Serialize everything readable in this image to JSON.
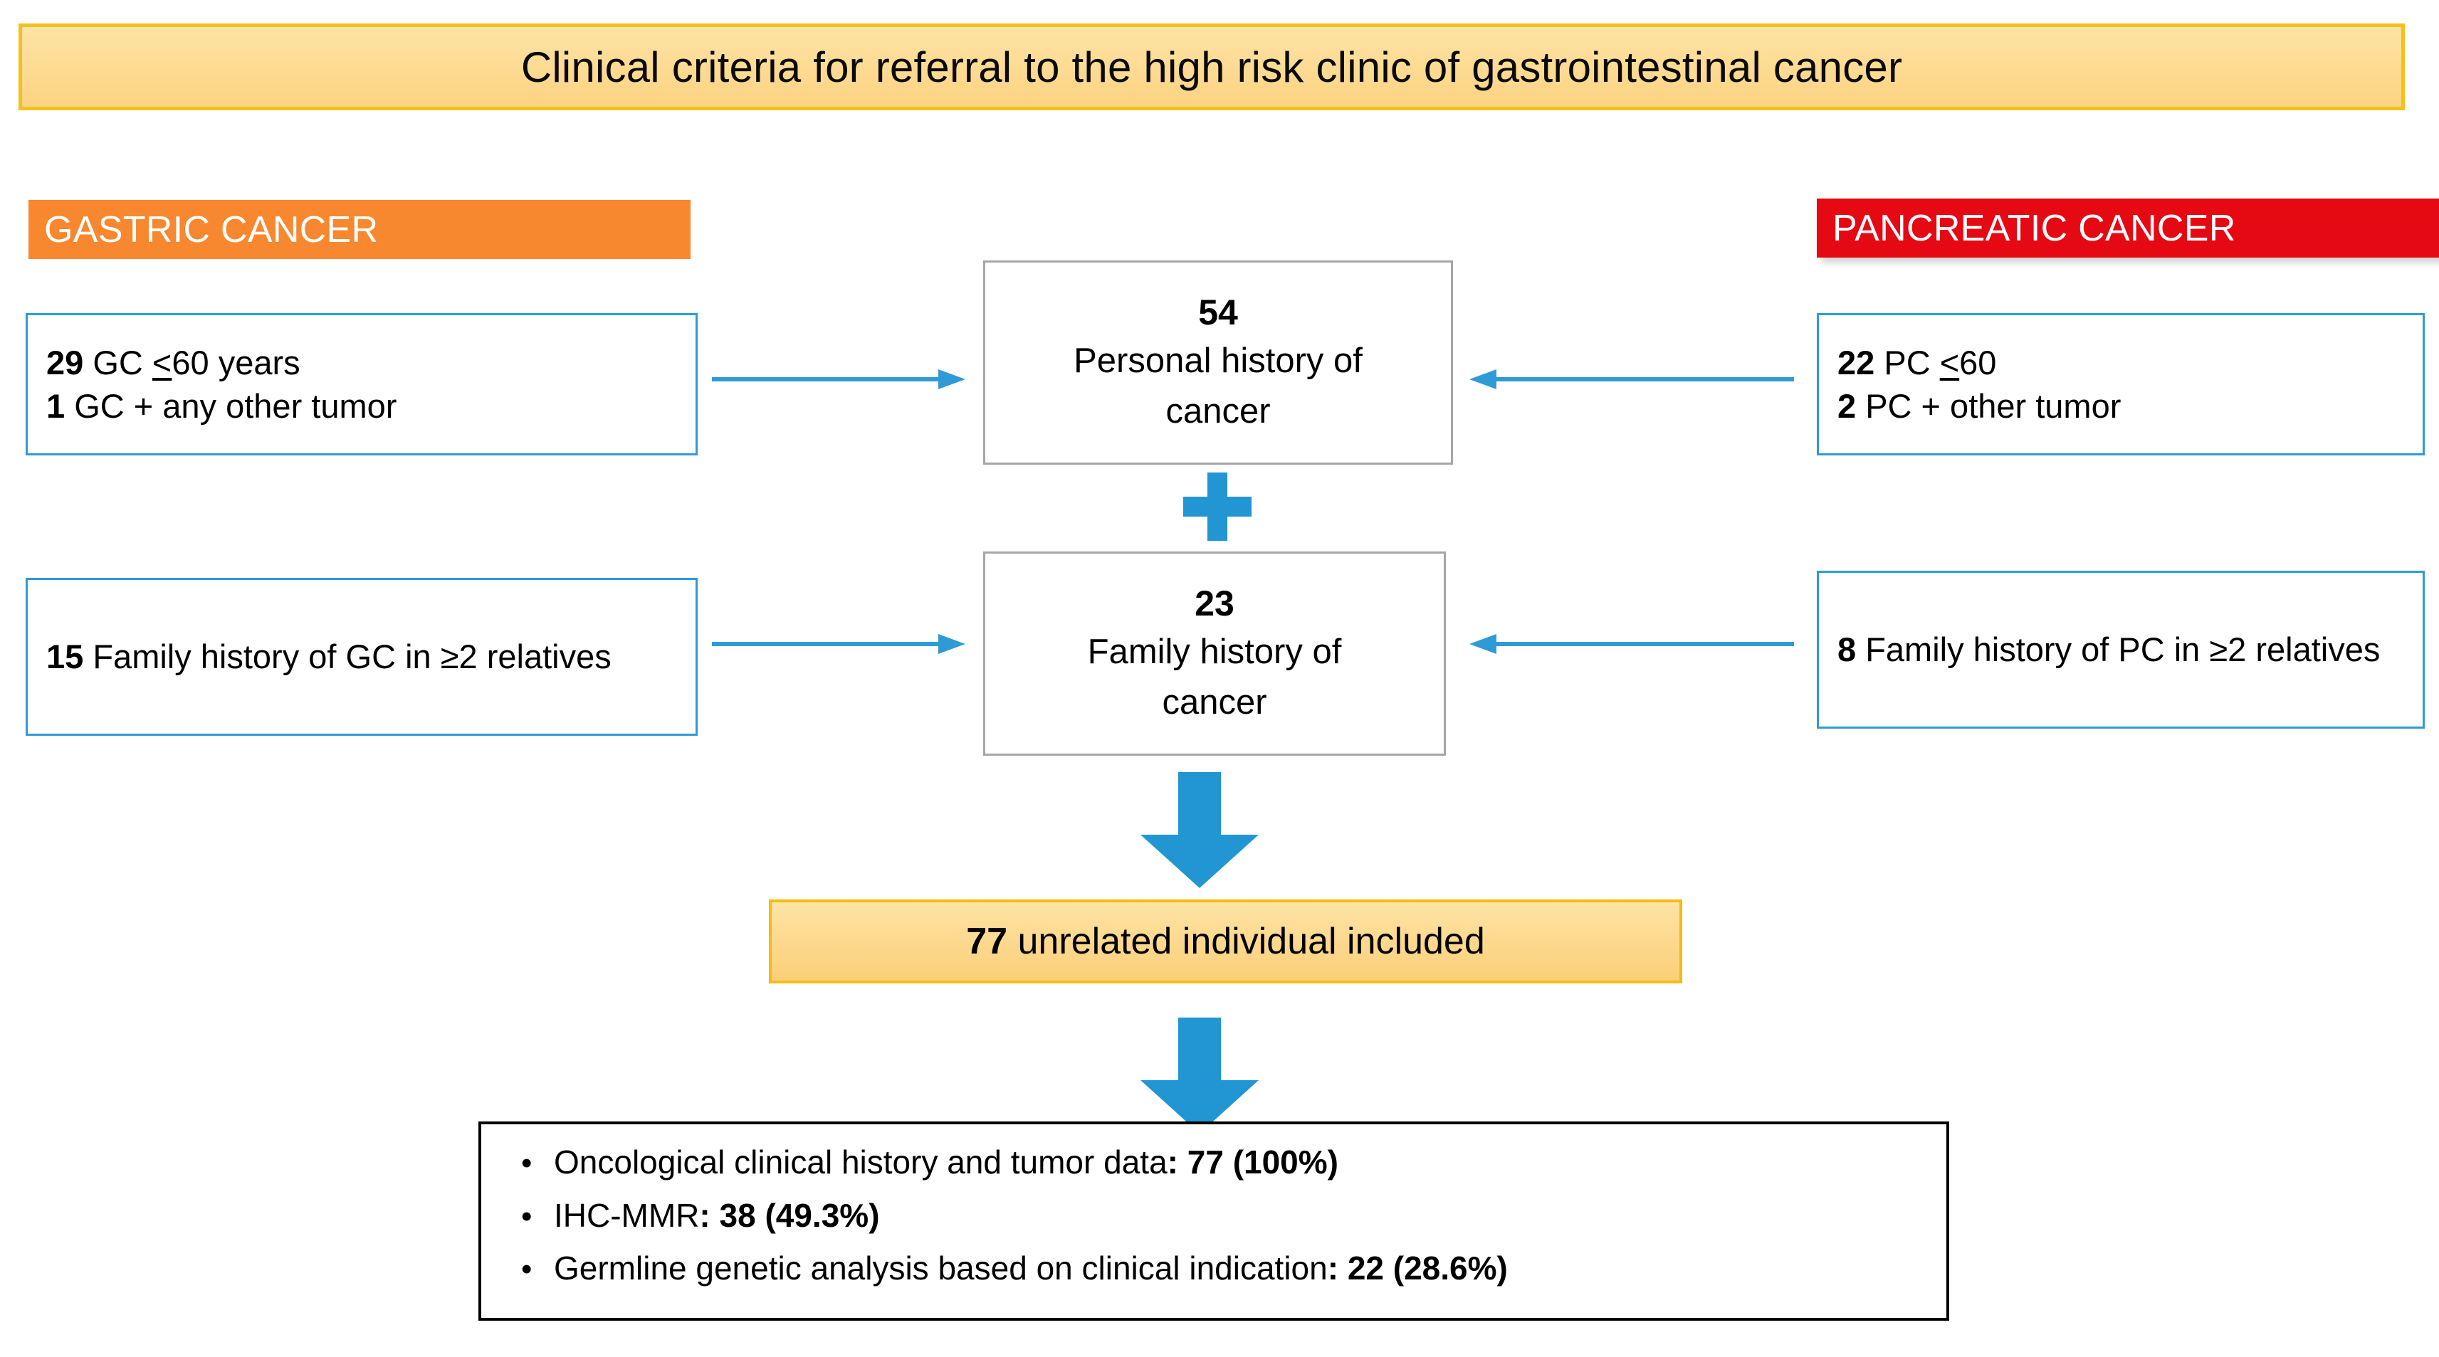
{
  "title": {
    "text": "Clinical criteria for referral to the high risk clinic of gastrointestinal cancer"
  },
  "colors": {
    "title_fill": "#FDD98C",
    "title_border": "#F5C01B",
    "gastric_chip": "#F7882F",
    "pancreatic_chip": "#E50914",
    "criteria_border": "#2E9BD6",
    "center_border": "#A6A6A6",
    "arrow_blue": "#2E9BD6",
    "down_arrow_blue": "#2196D3",
    "summary_fill": "#FCD382",
    "summary_border": "#F5BC12",
    "results_border": "#000000"
  },
  "left_column": {
    "chip_label": "GASTRIC CANCER",
    "personal_box": {
      "lines": [
        {
          "count": "29",
          "rest_pre": " GC ",
          "op": "<",
          "rest_post": "60 years"
        },
        {
          "count": "1",
          "rest_pre": "  GC + any other tumor",
          "op": "",
          "rest_post": ""
        }
      ]
    },
    "family_box": {
      "count": "15",
      "text": " Family history of GC in ≥2 relatives"
    }
  },
  "right_column": {
    "chip_label": "PANCREATIC CANCER",
    "personal_box": {
      "lines": [
        {
          "count": "22",
          "rest_pre": " PC ",
          "op": "<",
          "rest_post": "60"
        },
        {
          "count": "2",
          "rest_pre": " PC + other tumor",
          "op": "",
          "rest_post": ""
        }
      ]
    },
    "family_box": {
      "count": "8",
      "text": " Family history of PC in ≥2 relatives"
    }
  },
  "center": {
    "personal_history": {
      "number": "54",
      "label_line1": "Personal history of",
      "label_line2": "cancer"
    },
    "plus_symbol": "+",
    "family_history": {
      "number": "23",
      "label_line1": "Family history of",
      "label_line2": "cancer"
    }
  },
  "summary": {
    "count": "77",
    "text": " unrelated individual included"
  },
  "results": {
    "bullet_marker": "•",
    "items": [
      {
        "label": "Oncological clinical history and tumor data",
        "value": ": 77 (100%)"
      },
      {
        "label": "IHC-MMR",
        "value": ":  38 (49.3%)"
      },
      {
        "label": "Germline genetic analysis based on clinical indication",
        "value": ": 22 (28.6%)"
      }
    ]
  }
}
